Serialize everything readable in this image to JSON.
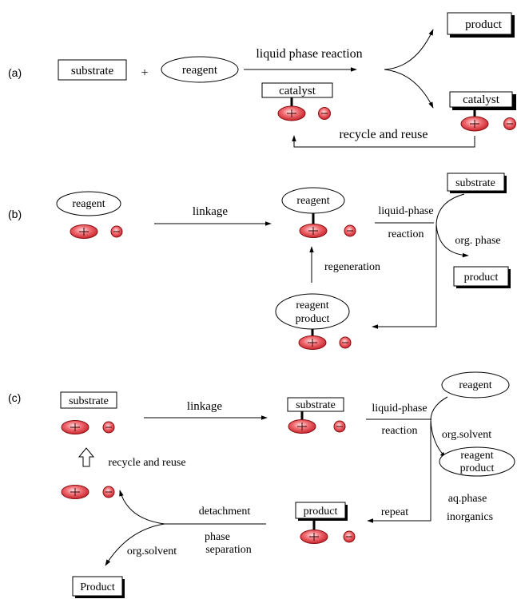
{
  "panels": {
    "a": {
      "label": "(a)",
      "substrate": "substrate",
      "plus": "+",
      "reagent": "reagent",
      "reaction": "liquid phase reaction",
      "catalyst": "catalyst",
      "product": "product",
      "catalyst_out": "catalyst",
      "recycle": "recycle and reuse"
    },
    "b": {
      "label": "(b)",
      "reagent": "reagent",
      "linkage": "linkage",
      "reagent_bound": "reagent",
      "liquid_phase": "liquid-phase",
      "reaction": "reaction",
      "substrate": "substrate",
      "org_phase": "org. phase",
      "product": "product",
      "regeneration": "regeneration",
      "reagent_product_line1": "reagent",
      "reagent_product_line2": "product"
    },
    "c": {
      "label": "(c)",
      "substrate": "substrate",
      "linkage": "linkage",
      "substrate_bound": "substrate",
      "liquid_phase": "liquid-phase",
      "reaction": "reaction",
      "reagent": "reagent",
      "org_solvent": "org.solvent",
      "reagent_product_line1": "reagent",
      "reagent_product_line2": "product",
      "aq_phase": "aq.phase",
      "inorganics": "inorganics",
      "repeat": "repeat",
      "product_bound": "product",
      "detachment": "detachment",
      "phase_separation_line1": "phase",
      "phase_separation_line2": "separation",
      "org_solvent_left": "org.solvent",
      "recycle": "recycle and reuse",
      "product_final": "Product"
    }
  },
  "colors": {
    "cation_red": "#d8242b",
    "cation_light": "#f6b3b5"
  }
}
